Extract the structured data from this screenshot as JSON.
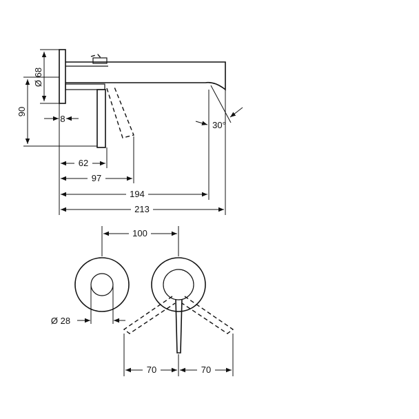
{
  "side_view": {
    "dim_diameter_68": "Ø 68",
    "dim_90": "90",
    "dim_8": "8",
    "dim_62": "62",
    "dim_97": "97",
    "dim_194": "194",
    "dim_213": "213",
    "dim_angle": "30°"
  },
  "front_view": {
    "dim_100": "100",
    "dim_diameter_28": "Ø 28",
    "dim_70_left": "70",
    "dim_70_right": "70"
  }
}
